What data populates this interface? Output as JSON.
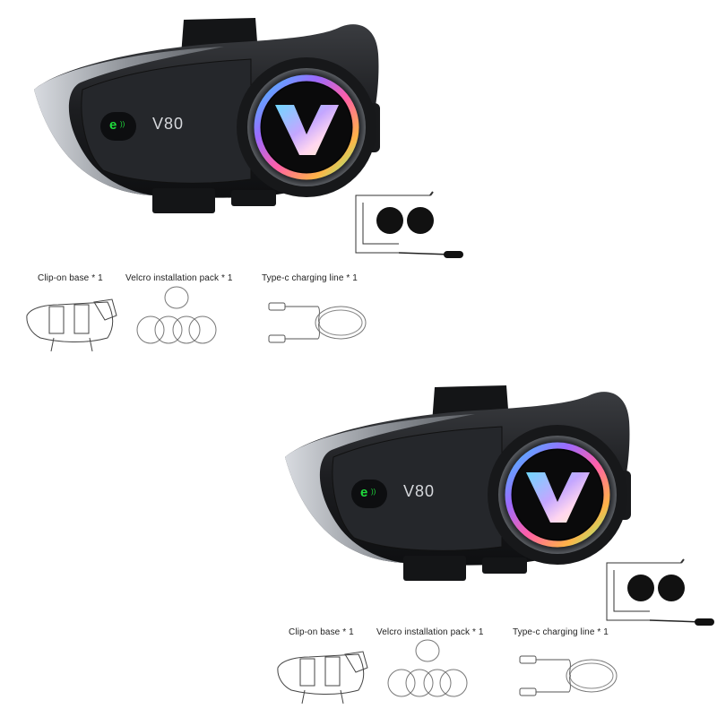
{
  "product": {
    "model": "V80",
    "call_icon_glyph": "e"
  },
  "accessories": {
    "clip_base": "Clip-on base * 1",
    "velcro": "Velcro installation pack * 1",
    "charging": "Type-c charging line * 1"
  },
  "colors": {
    "body": "#1c1d20",
    "trim": "#9a9ea4",
    "accent_green": "#1fdc3c"
  },
  "icons": [
    "v-logo-icon",
    "call-button-icon",
    "speaker-icon",
    "microphone-icon",
    "usb-c-cable-icon"
  ]
}
